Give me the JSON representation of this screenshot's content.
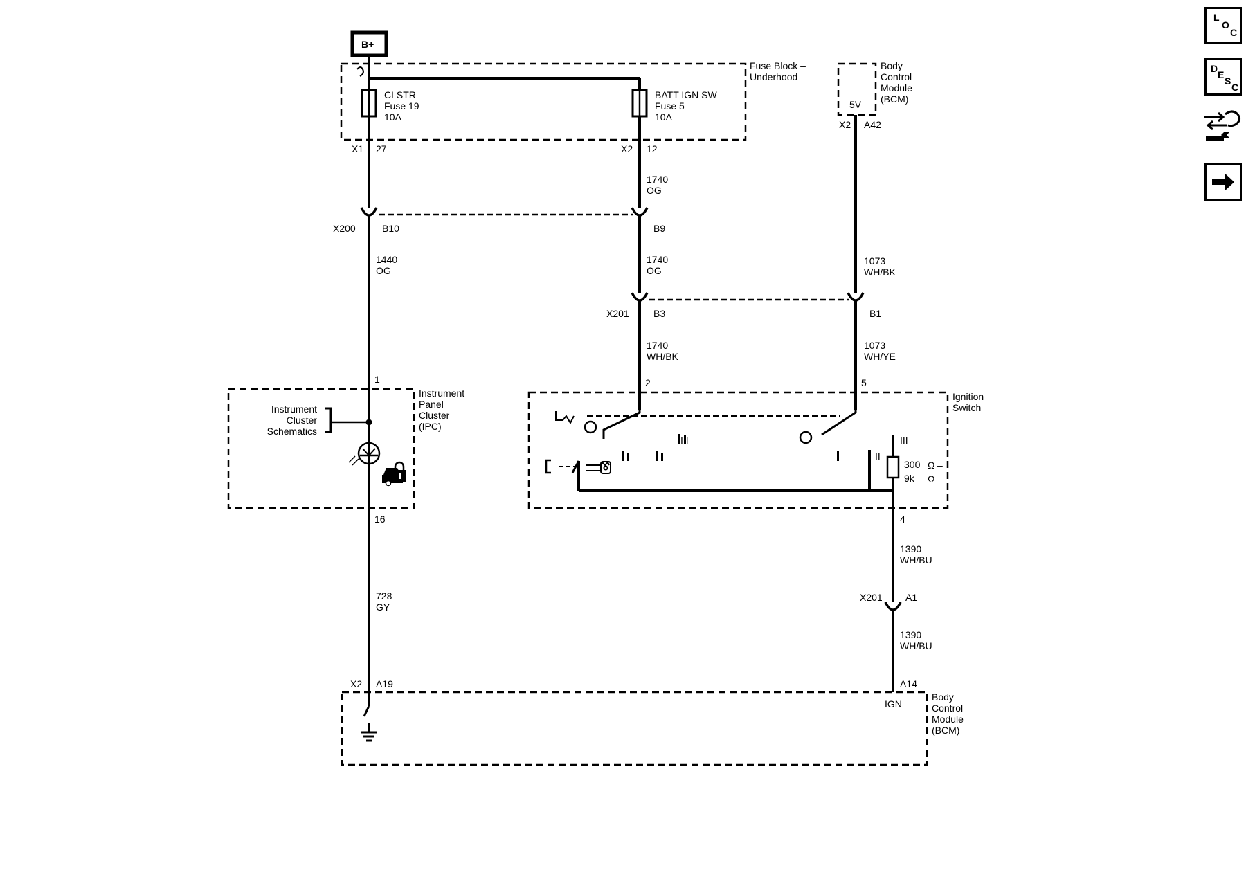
{
  "supply": {
    "label": "B+"
  },
  "fuse_block": {
    "name_line1": "Fuse Block –",
    "name_line2": "Underhood",
    "fuse_left": {
      "name": "CLSTR",
      "number": "Fuse 19",
      "rating": "10A",
      "connector": "X1",
      "pin": "27"
    },
    "fuse_right": {
      "name": "BATT IGN SW",
      "number": "Fuse 5",
      "rating": "10A",
      "connector": "X2",
      "pin": "12"
    }
  },
  "bcm_top": {
    "line1": "Body",
    "line2": "Control",
    "line3": "Module",
    "line4": "(BCM)",
    "voltage": "5V",
    "connector": "X2",
    "pin": "A42"
  },
  "wires": {
    "w1740_og_a": {
      "circuit": "1740",
      "color": "OG"
    },
    "w1440_og": {
      "circuit": "1440",
      "color": "OG"
    },
    "w1740_og_b": {
      "circuit": "1740",
      "color": "OG"
    },
    "w1073_whbk": {
      "circuit": "1073",
      "color": "WH/BK"
    },
    "w1740_whbk": {
      "circuit": "1740",
      "color": "WH/BK"
    },
    "w1073_whye": {
      "circuit": "1073",
      "color": "WH/YE"
    },
    "w728_gy": {
      "circuit": "728",
      "color": "GY"
    },
    "w1390_whbu_a": {
      "circuit": "1390",
      "color": "WH/BU"
    },
    "w1390_whbu_b": {
      "circuit": "1390",
      "color": "WH/BU"
    }
  },
  "connectors": {
    "x200": {
      "name": "X200",
      "pin_b10": "B10",
      "pin_b9": "B9"
    },
    "x201_top": {
      "name": "X201",
      "pin_b3": "B3",
      "pin_b1": "B1"
    },
    "x201_bottom": {
      "name": "X201",
      "pin_a1": "A1"
    }
  },
  "ipc": {
    "line1": "Instrument",
    "line2": "Panel",
    "line3": "Cluster",
    "line4": "(IPC)",
    "ref_line1": "Instrument",
    "ref_line2": "Cluster",
    "ref_line3": "Schematics",
    "pin_top": "1",
    "pin_bottom": "16"
  },
  "ignition_switch": {
    "line1": "Ignition",
    "line2": "Switch",
    "pin_2": "2",
    "pin_5": "5",
    "pin_4": "4",
    "pos_iii_1": "III",
    "pos_ii_1": "II",
    "pos_i": "I",
    "pos_iii_2": "III",
    "pos_ii_2": "II",
    "resistor_value1": "300",
    "resistor_value2": "9k",
    "ohm": "Ω",
    "dash": "–"
  },
  "bcm_bottom": {
    "line1": "Body",
    "line2": "Control",
    "line3": "Module",
    "line4": "(BCM)",
    "connector": "X2",
    "pin_a19": "A19",
    "pin_a14": "A14",
    "ign_label": "IGN"
  },
  "sidebar": {
    "loc": {
      "c1": "L",
      "c2": "O",
      "c3": "C"
    },
    "desc": {
      "c1": "D",
      "c2": "E",
      "c3": "S",
      "c4": "C"
    }
  }
}
